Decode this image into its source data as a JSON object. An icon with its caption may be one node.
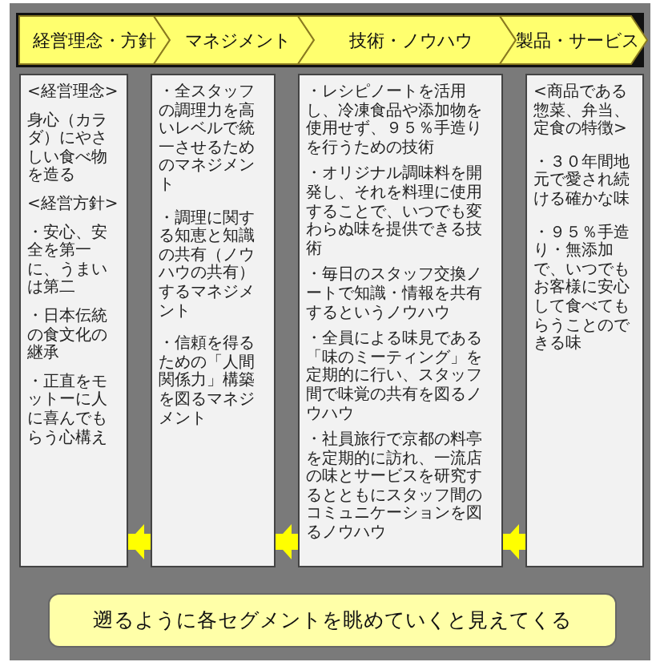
{
  "diagram": {
    "nodes": [
      {
        "text": [
          "経営理念・方針"
        ]
      },
      {
        "text": [
          "マネジメント"
        ]
      },
      {
        "text": [
          "技術・ノウハウ"
        ]
      },
      {
        "text": [
          "製品・サービス"
        ]
      },
      {
        "text": [
          "<経営理念>",
          "身心（カラダ）にやさしい食べ物を造る",
          "<経営方針>",
          "・安心、安全を第一に、うまいは第二",
          "・日本伝統の食文化の継承",
          "・正直をモットーに人に喜んでもらう心構え"
        ]
      },
      {
        "text": [
          "・全スタッフの調理力を高いレベルで統一させるためのマネジメント",
          "・調理に関する知恵と知識の共有（ノウハウの共有）するマネジメント",
          "・信頼を得るための「人間関係力」構築を図るマネジメント"
        ]
      },
      {
        "text": [
          "・レシピノートを活用し、冷凍食品や添加物を使用せず、９５％手造りを行うための技術",
          "・オリジナル調味料を開発し、それを料理に使用することで、いつでも変わらぬ味を提供できる技術",
          "・毎日のスタッフ交換ノートで知識・情報を共有するというノウハウ",
          "・全員による味見である「味のミーティング」を定期的に行い、スタッフ間で味覚の共有を図るノウハウ",
          "・社員旅行で京都の料亭を定期的に訪れ、一流店の味とサービスを研究するとともにスタッフ間のコミュニケーションを図るノウハウ"
        ]
      },
      {
        "text": [
          "<商品である惣菜、弁当、定食の特徴>",
          "・３０年間地元で愛され続ける確かな味",
          "・９５％手造り・無添加で、いつでもお客様に安心して食べてもらうことのできる味"
        ]
      },
      {
        "text": [
          "遡るように各セグメントを眺めていくと見えてくる"
        ]
      }
    ],
    "edges": [
      {
        "from": 5,
        "to": 4,
        "arrow": "to"
      },
      {
        "from": 6,
        "to": 5,
        "arrow": "to"
      },
      {
        "from": 7,
        "to": 6,
        "arrow": "to"
      }
    ]
  }
}
